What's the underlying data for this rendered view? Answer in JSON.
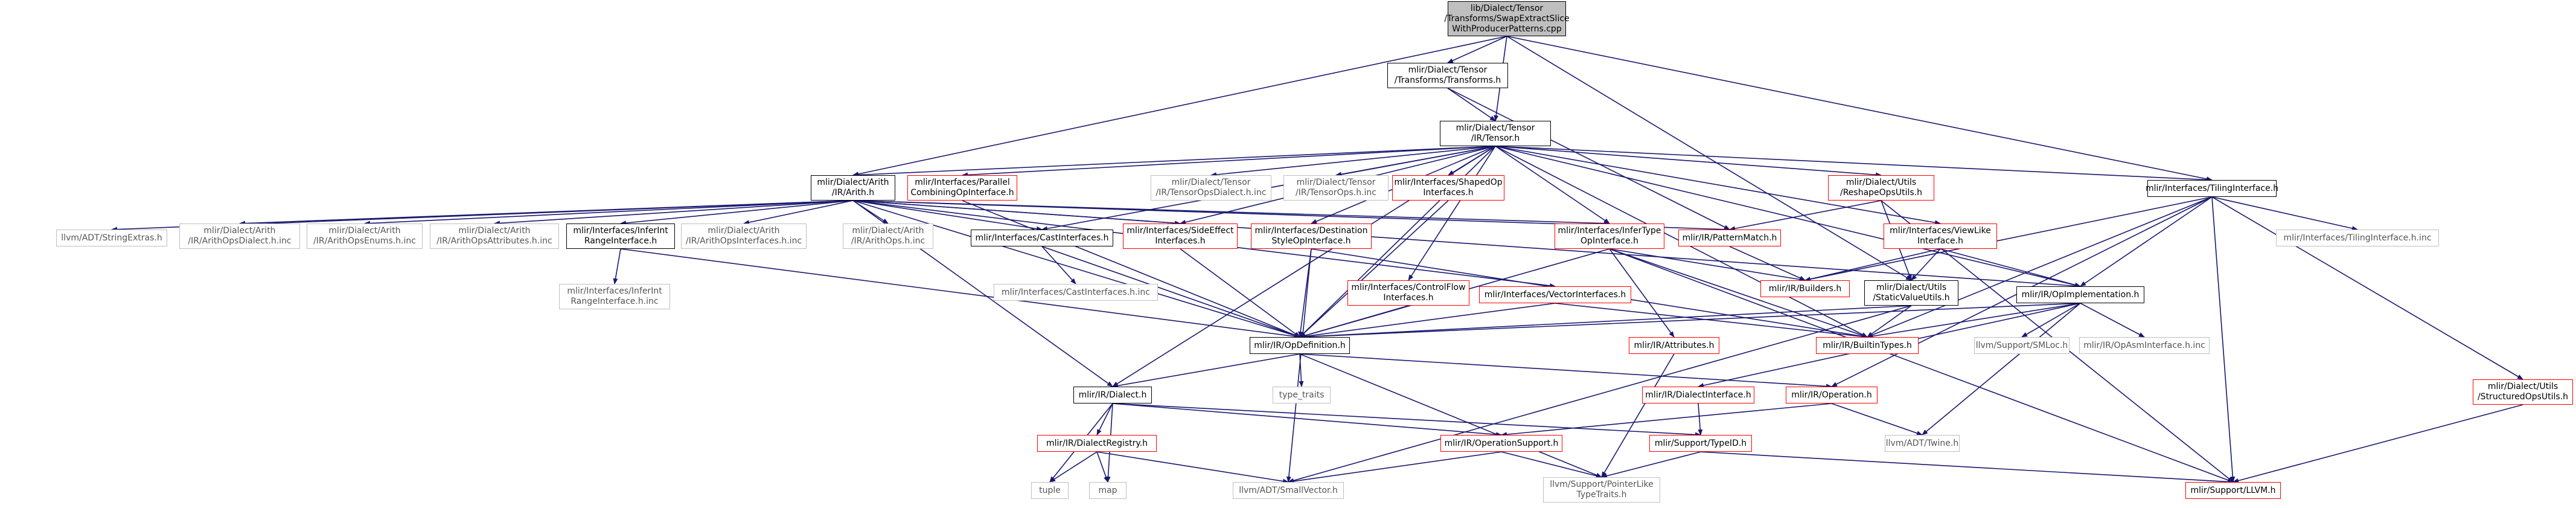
{
  "diagram": {
    "nodes": [
      {
        "id": "root",
        "label": "lib/Dialect/Tensor\n/Transforms/SwapExtractSlice\nWithProducerPatterns.cpp",
        "kind": "root"
      },
      {
        "id": "transforms_h",
        "label": "mlir/Dialect/Tensor\n/Transforms/Transforms.h",
        "kind": "normal"
      },
      {
        "id": "tensor_h",
        "label": "mlir/Dialect/Tensor\n/IR/Tensor.h",
        "kind": "normal"
      },
      {
        "id": "arith_h",
        "label": "mlir/Dialect/Arith\n/IR/Arith.h",
        "kind": "normal"
      },
      {
        "id": "parallel_combining",
        "label": "mlir/Interfaces/Parallel\nCombiningOpInterface.h",
        "kind": "red"
      },
      {
        "id": "tensor_ops_dialect",
        "label": "mlir/Dialect/Tensor\n/IR/TensorOpsDialect.h.inc",
        "kind": "grey"
      },
      {
        "id": "tensor_ops_inc",
        "label": "mlir/Dialect/Tensor\n/IR/TensorOps.h.inc",
        "kind": "grey"
      },
      {
        "id": "shaped_op",
        "label": "mlir/Interfaces/ShapedOp\nInterfaces.h",
        "kind": "red"
      },
      {
        "id": "reshape_ops",
        "label": "mlir/Dialect/Utils\n/ReshapeOpsUtils.h",
        "kind": "red"
      },
      {
        "id": "tiling_if",
        "label": "mlir/Interfaces/TilingInterface.h",
        "kind": "normal"
      },
      {
        "id": "string_extras",
        "label": "llvm/ADT/StringExtras.h",
        "kind": "grey"
      },
      {
        "id": "arith_ops_dialect",
        "label": "mlir/Dialect/Arith\n/IR/ArithOpsDialect.h.inc",
        "kind": "grey"
      },
      {
        "id": "arith_ops_enums",
        "label": "mlir/Dialect/Arith\n/IR/ArithOpsEnums.h.inc",
        "kind": "grey"
      },
      {
        "id": "arith_ops_attrs",
        "label": "mlir/Dialect/Arith\n/IR/ArithOpsAttributes.h.inc",
        "kind": "grey"
      },
      {
        "id": "infer_int_range",
        "label": "mlir/Interfaces/InferInt\nRangeInterface.h",
        "kind": "normal"
      },
      {
        "id": "arith_ops_ifaces",
        "label": "mlir/Dialect/Arith\n/IR/ArithOpsInterfaces.h.inc",
        "kind": "grey"
      },
      {
        "id": "arith_ops_inc",
        "label": "mlir/Dialect/Arith\n/IR/ArithOps.h.inc",
        "kind": "grey"
      },
      {
        "id": "cast_ifaces",
        "label": "mlir/Interfaces/CastInterfaces.h",
        "kind": "normal"
      },
      {
        "id": "side_effect",
        "label": "mlir/Interfaces/SideEffect\nInterfaces.h",
        "kind": "red"
      },
      {
        "id": "destination_style",
        "label": "mlir/Interfaces/Destination\nStyleOpInterface.h",
        "kind": "red"
      },
      {
        "id": "infer_type",
        "label": "mlir/Interfaces/InferType\nOpInterface.h",
        "kind": "red"
      },
      {
        "id": "pattern_match",
        "label": "mlir/IR/PatternMatch.h",
        "kind": "red"
      },
      {
        "id": "view_like",
        "label": "mlir/Interfaces/ViewLike\nInterface.h",
        "kind": "red"
      },
      {
        "id": "tiling_if_inc",
        "label": "mlir/Interfaces/TilingInterface.h.inc",
        "kind": "grey"
      },
      {
        "id": "structured_ops",
        "label": "mlir/Dialect/Utils\n/StructuredOpsUtils.h",
        "kind": "red"
      },
      {
        "id": "infer_int_range_inc",
        "label": "mlir/Interfaces/InferInt\nRangeInterface.h.inc",
        "kind": "grey"
      },
      {
        "id": "cast_ifaces_inc",
        "label": "mlir/Interfaces/CastInterfaces.h.inc",
        "kind": "grey"
      },
      {
        "id": "control_flow",
        "label": "mlir/Interfaces/ControlFlow\nInterfaces.h",
        "kind": "red"
      },
      {
        "id": "vector_ifaces",
        "label": "mlir/Interfaces/VectorInterfaces.h",
        "kind": "red"
      },
      {
        "id": "builders",
        "label": "mlir/IR/Builders.h",
        "kind": "red"
      },
      {
        "id": "static_value",
        "label": "mlir/Dialect/Utils\n/StaticValueUtils.h",
        "kind": "normal"
      },
      {
        "id": "op_impl",
        "label": "mlir/IR/OpImplementation.h",
        "kind": "normal"
      },
      {
        "id": "op_definition",
        "label": "mlir/IR/OpDefinition.h",
        "kind": "normal"
      },
      {
        "id": "attributes",
        "label": "mlir/IR/Attributes.h",
        "kind": "red"
      },
      {
        "id": "builtin_types",
        "label": "mlir/IR/BuiltinTypes.h",
        "kind": "red"
      },
      {
        "id": "smloc",
        "label": "llvm/Support/SMLoc.h",
        "kind": "grey"
      },
      {
        "id": "op_asm_iface",
        "label": "mlir/IR/OpAsmInterface.h.inc",
        "kind": "grey"
      },
      {
        "id": "type_traits",
        "label": "type_traits",
        "kind": "grey"
      },
      {
        "id": "dialect_h",
        "label": "mlir/IR/Dialect.h",
        "kind": "normal"
      },
      {
        "id": "dialect_iface",
        "label": "mlir/IR/DialectInterface.h",
        "kind": "red"
      },
      {
        "id": "operation_h",
        "label": "mlir/IR/Operation.h",
        "kind": "red"
      },
      {
        "id": "dialect_registry",
        "label": "mlir/IR/DialectRegistry.h",
        "kind": "red"
      },
      {
        "id": "operation_support",
        "label": "mlir/IR/OperationSupport.h",
        "kind": "red"
      },
      {
        "id": "type_id",
        "label": "mlir/Support/TypeID.h",
        "kind": "red"
      },
      {
        "id": "twine",
        "label": "llvm/ADT/Twine.h",
        "kind": "grey"
      },
      {
        "id": "tuple",
        "label": "tuple",
        "kind": "grey"
      },
      {
        "id": "map",
        "label": "map",
        "kind": "grey"
      },
      {
        "id": "small_vector",
        "label": "llvm/ADT/SmallVector.h",
        "kind": "grey"
      },
      {
        "id": "pointer_like",
        "label": "llvm/Support/PointerLike\nTypeTraits.h",
        "kind": "grey"
      },
      {
        "id": "llvm_support",
        "label": "mlir/Support/LLVM.h",
        "kind": "red"
      }
    ],
    "edges": [
      [
        "root",
        "transforms_h"
      ],
      [
        "root",
        "tensor_h"
      ],
      [
        "root",
        "arith_h"
      ],
      [
        "root",
        "static_value"
      ],
      [
        "root",
        "tiling_if"
      ],
      [
        "transforms_h",
        "tensor_h"
      ],
      [
        "transforms_h",
        "pattern_match"
      ],
      [
        "tensor_h",
        "arith_h"
      ],
      [
        "tensor_h",
        "dialect_h"
      ],
      [
        "tensor_h",
        "parallel_combining"
      ],
      [
        "tensor_h",
        "tensor_ops_dialect"
      ],
      [
        "tensor_h",
        "tensor_ops_inc"
      ],
      [
        "tensor_h",
        "shaped_op"
      ],
      [
        "tensor_h",
        "reshape_ops"
      ],
      [
        "tensor_h",
        "tiling_if"
      ],
      [
        "tensor_h",
        "cast_ifaces"
      ],
      [
        "tensor_h",
        "side_effect"
      ],
      [
        "tensor_h",
        "destination_style"
      ],
      [
        "tensor_h",
        "infer_type"
      ],
      [
        "tensor_h",
        "control_flow"
      ],
      [
        "tensor_h",
        "view_like"
      ],
      [
        "tensor_h",
        "op_impl"
      ],
      [
        "tensor_h",
        "op_definition"
      ],
      [
        "tensor_h",
        "builtin_types"
      ],
      [
        "arith_h",
        "string_extras"
      ],
      [
        "arith_h",
        "arith_ops_dialect"
      ],
      [
        "arith_h",
        "arith_ops_enums"
      ],
      [
        "arith_h",
        "arith_ops_attrs"
      ],
      [
        "arith_h",
        "infer_int_range"
      ],
      [
        "arith_h",
        "arith_ops_ifaces"
      ],
      [
        "arith_h",
        "arith_ops_inc"
      ],
      [
        "arith_h",
        "cast_ifaces"
      ],
      [
        "arith_h",
        "side_effect"
      ],
      [
        "arith_h",
        "infer_type"
      ],
      [
        "arith_h",
        "vector_ifaces"
      ],
      [
        "arith_h",
        "op_impl"
      ],
      [
        "arith_h",
        "op_definition"
      ],
      [
        "arith_h",
        "dialect_h"
      ],
      [
        "arith_h",
        "pattern_match"
      ],
      [
        "parallel_combining",
        "op_definition"
      ],
      [
        "shaped_op",
        "op_definition"
      ],
      [
        "reshape_ops",
        "pattern_match"
      ],
      [
        "reshape_ops",
        "static_value"
      ],
      [
        "reshape_ops",
        "llvm_support"
      ],
      [
        "tiling_if",
        "builders"
      ],
      [
        "tiling_if",
        "builtin_types"
      ],
      [
        "tiling_if",
        "operation_h"
      ],
      [
        "tiling_if",
        "tiling_if_inc"
      ],
      [
        "tiling_if",
        "structured_ops"
      ],
      [
        "tiling_if",
        "llvm_support"
      ],
      [
        "tiling_if",
        "op_impl"
      ],
      [
        "infer_int_range",
        "infer_int_range_inc"
      ],
      [
        "infer_int_range",
        "op_definition"
      ],
      [
        "cast_ifaces",
        "cast_ifaces_inc"
      ],
      [
        "cast_ifaces",
        "op_definition"
      ],
      [
        "side_effect",
        "op_definition"
      ],
      [
        "destination_style",
        "op_definition"
      ],
      [
        "destination_style",
        "builtin_types"
      ],
      [
        "destination_style",
        "small_vector"
      ],
      [
        "infer_type",
        "builders"
      ],
      [
        "infer_type",
        "attributes"
      ],
      [
        "infer_type",
        "builtin_types"
      ],
      [
        "infer_type",
        "op_definition"
      ],
      [
        "infer_type",
        "llvm_support"
      ],
      [
        "view_like",
        "builders"
      ],
      [
        "view_like",
        "op_impl"
      ],
      [
        "view_like",
        "static_value"
      ],
      [
        "control_flow",
        "op_definition"
      ],
      [
        "vector_ifaces",
        "op_definition"
      ],
      [
        "vector_ifaces",
        "builtin_types"
      ],
      [
        "pattern_match",
        "builders"
      ],
      [
        "static_value",
        "op_definition"
      ],
      [
        "static_value",
        "builtin_types"
      ],
      [
        "static_value",
        "small_vector"
      ],
      [
        "op_impl",
        "op_definition"
      ],
      [
        "op_impl",
        "builtin_types"
      ],
      [
        "op_impl",
        "smloc"
      ],
      [
        "op_impl",
        "op_asm_iface"
      ],
      [
        "op_impl",
        "dialect_iface"
      ],
      [
        "op_impl",
        "twine"
      ],
      [
        "op_definition",
        "dialect_h"
      ],
      [
        "op_definition",
        "operation_h"
      ],
      [
        "op_definition",
        "type_traits"
      ],
      [
        "op_definition",
        "pointer_like"
      ],
      [
        "attributes",
        "pointer_like"
      ],
      [
        "dialect_h",
        "dialect_registry"
      ],
      [
        "dialect_h",
        "operation_support"
      ],
      [
        "dialect_h",
        "type_id"
      ],
      [
        "dialect_h",
        "tuple"
      ],
      [
        "dialect_h",
        "map"
      ],
      [
        "dialect_iface",
        "type_id"
      ],
      [
        "operation_h",
        "operation_support"
      ],
      [
        "operation_h",
        "twine"
      ],
      [
        "dialect_registry",
        "tuple"
      ],
      [
        "dialect_registry",
        "map"
      ],
      [
        "dialect_registry",
        "small_vector"
      ],
      [
        "operation_support",
        "small_vector"
      ],
      [
        "operation_support",
        "pointer_like"
      ],
      [
        "type_id",
        "pointer_like"
      ],
      [
        "type_id",
        "llvm_support"
      ],
      [
        "structured_ops",
        "llvm_support"
      ]
    ]
  }
}
